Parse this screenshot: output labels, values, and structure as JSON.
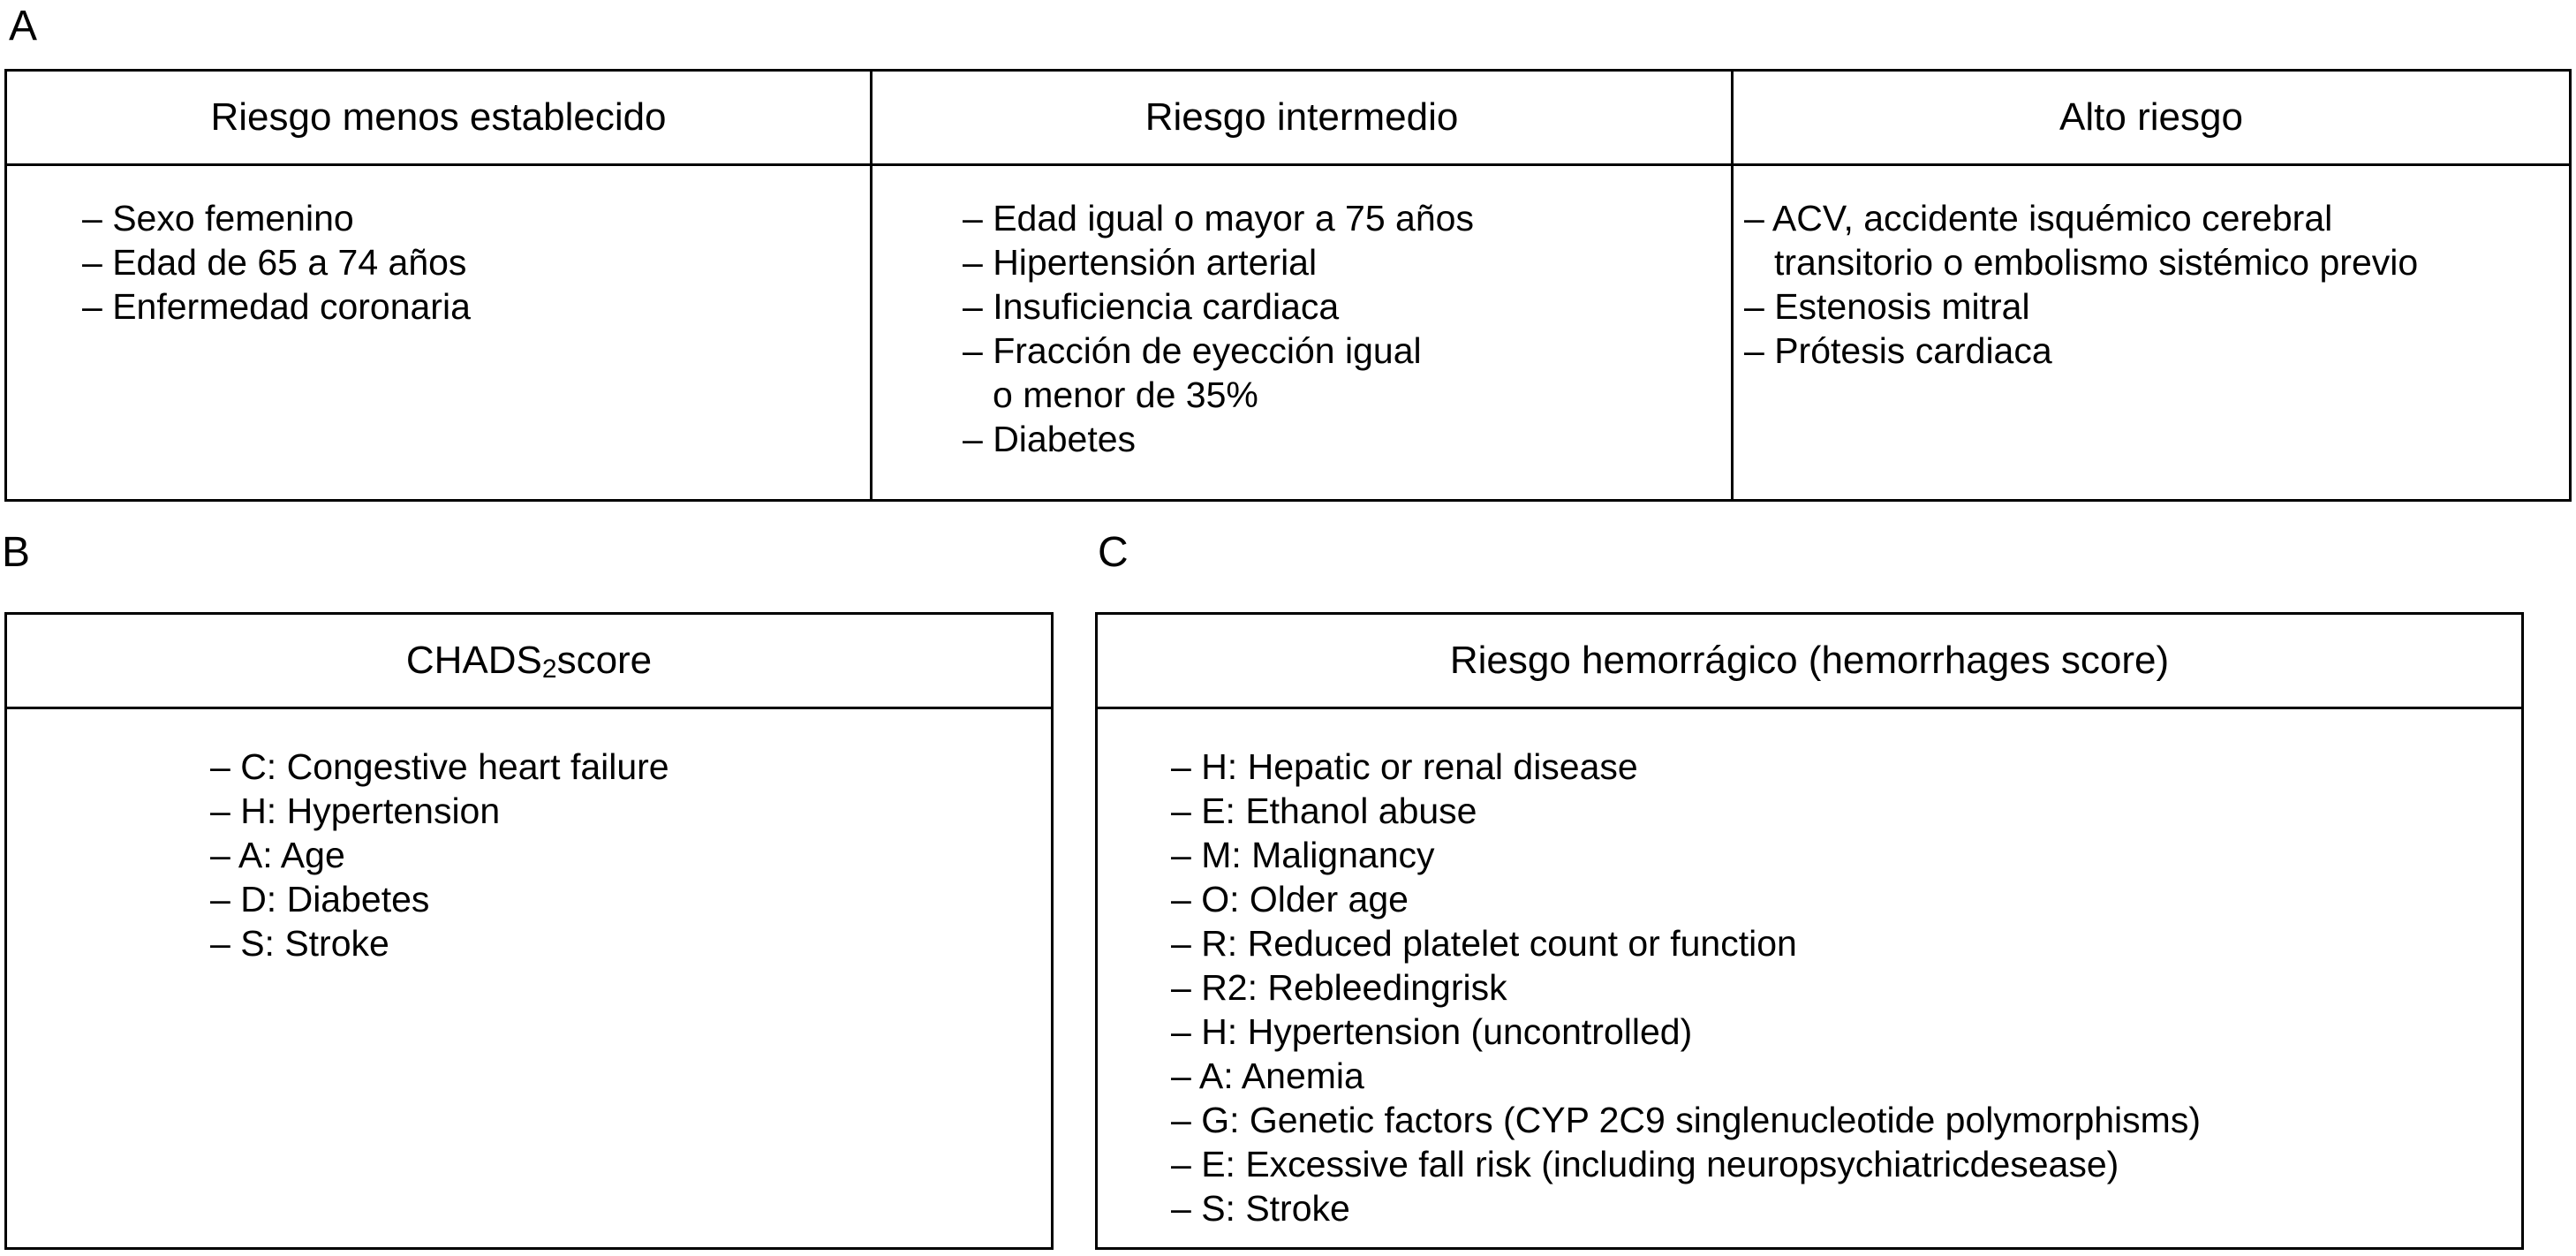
{
  "panels": {
    "a": {
      "label": "A",
      "columns": [
        {
          "header": "Riesgo menos establecido",
          "items": [
            "– Sexo femenino",
            "– Edad de 65 a 74 años",
            "– Enfermedad coronaria"
          ]
        },
        {
          "header": "Riesgo intermedio",
          "items": [
            "– Edad igual o mayor a 75 años",
            "– Hipertensión arterial",
            "– Insuficiencia cardiaca",
            "– Fracción de eyección igual\no menor de 35%",
            "– Diabetes"
          ]
        },
        {
          "header": "Alto riesgo",
          "items": [
            "– ACV, accidente isquémico cerebral\ntransitorio o embolismo sistémico previo",
            "– Estenosis mitral",
            "– Prótesis cardiaca"
          ]
        }
      ]
    },
    "b": {
      "label": "B",
      "header": {
        "prefix": "CHADS",
        "subscript": "2",
        "suffix": " score"
      },
      "items": [
        "– C: Congestive heart failure",
        "– H: Hypertension",
        "– A: Age",
        "– D: Diabetes",
        "– S: Stroke"
      ]
    },
    "c": {
      "label": "C",
      "header": "Riesgo hemorrágico (hemorrhages score)",
      "items": [
        "– H: Hepatic or renal disease",
        "– E: Ethanol abuse",
        "– M: Malignancy",
        "– O: Older age",
        "– R: Reduced platelet count or function",
        "– R2: Rebleedingrisk",
        "– H: Hypertension (uncontrolled)",
        "– A: Anemia",
        "– G: Genetic factors (CYP 2C9 singlenucleotide polymorphisms)",
        "– E: Excessive fall risk (including neuropsychiatricdesease)",
        "– S: Stroke"
      ]
    }
  },
  "colors": {
    "text": "#000000",
    "border": "#000000",
    "background": "#ffffff"
  }
}
